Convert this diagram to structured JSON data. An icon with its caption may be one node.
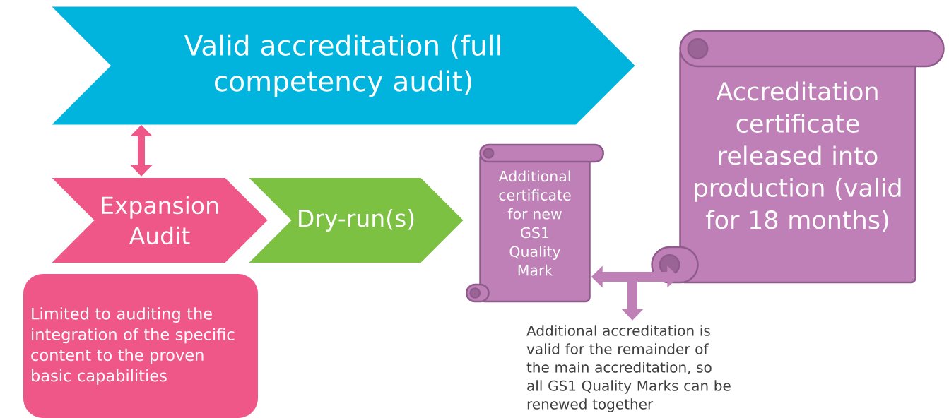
{
  "diagram": {
    "nodes": [
      {
        "text": [
          "Valid accreditation (full competency audit)"
        ]
      },
      {
        "text": [
          "Expansion Audit"
        ]
      },
      {
        "text": [
          "Dry-run(s)"
        ]
      },
      {
        "text": [
          "Additional certificate for new GS1 Quality Mark"
        ]
      },
      {
        "text": [
          "Accreditation certificate released into production (valid for 18 months)"
        ]
      },
      {
        "text": [
          "Limited to auditing the integration of the specific content to the proven basic capabilities"
        ]
      },
      {
        "text": [
          "Additional accreditation is valid for the remainder of the main accreditation, so all GS1 Quality Marks can be renewed together"
        ]
      }
    ],
    "edges": [
      {
        "from": 0,
        "to": 1,
        "arrow": "both",
        "color": "#ef5789"
      },
      {
        "from": null,
        "to": 3,
        "arrow": "to"
      },
      {
        "from": null,
        "to": 4,
        "arrow": "to"
      },
      {
        "from": null,
        "to": 6,
        "arrow": "to"
      }
    ]
  }
}
